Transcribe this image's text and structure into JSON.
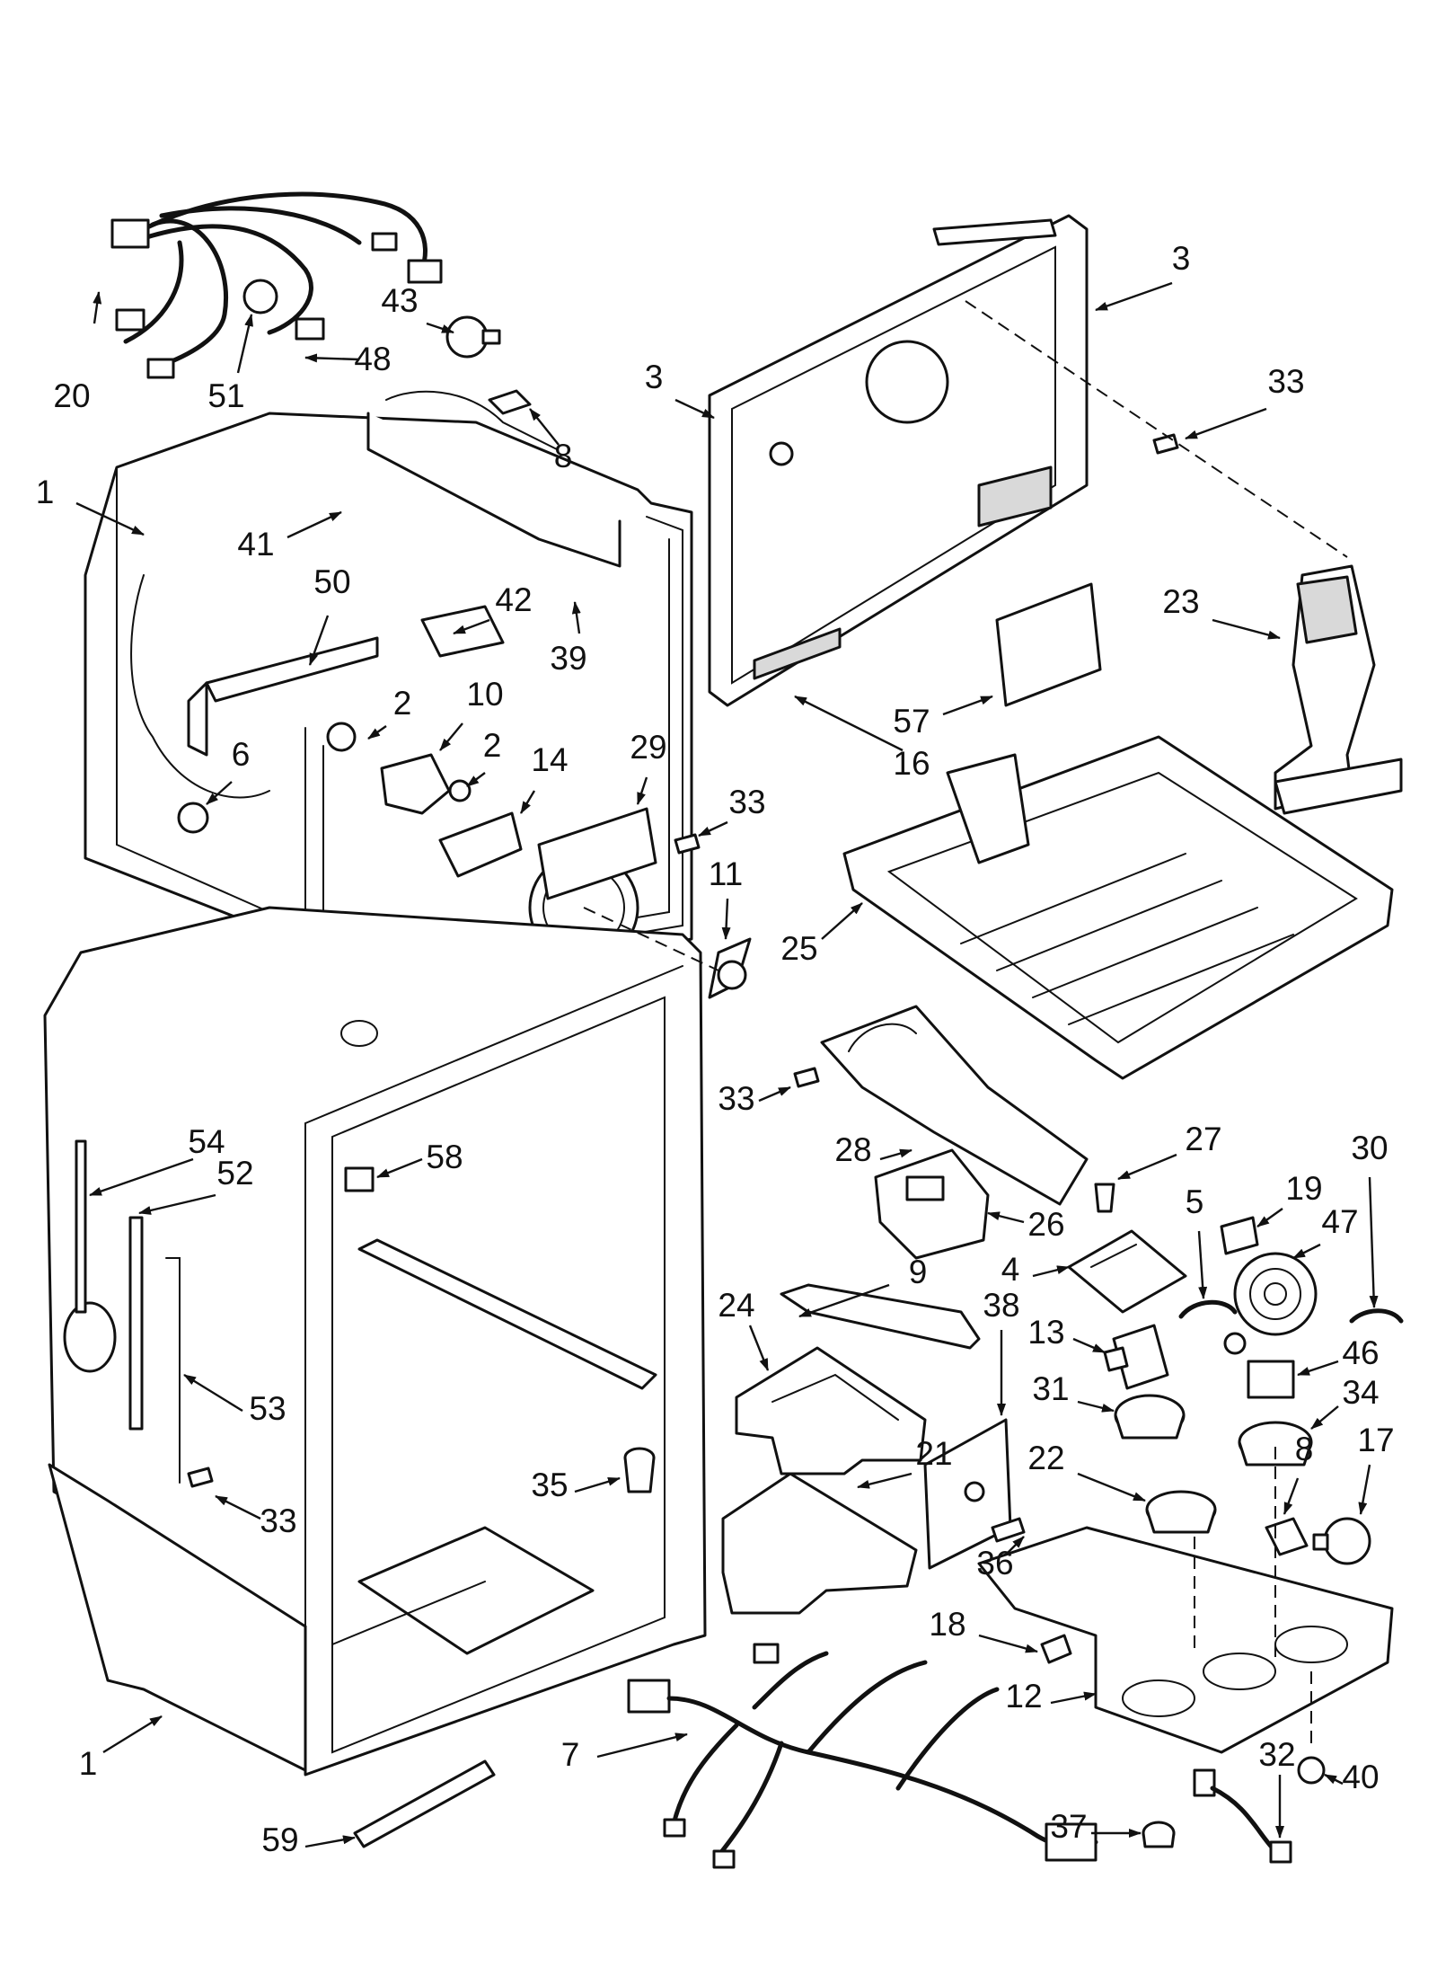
{
  "callouts": [
    {
      "id": "c-20",
      "label": "20"
    },
    {
      "id": "c-51",
      "label": "51"
    },
    {
      "id": "c-43",
      "label": "43"
    },
    {
      "id": "c-48",
      "label": "48"
    },
    {
      "id": "c-8a",
      "label": "8"
    },
    {
      "id": "c-1a",
      "label": "1"
    },
    {
      "id": "c-41",
      "label": "41"
    },
    {
      "id": "c-50",
      "label": "50"
    },
    {
      "id": "c-42",
      "label": "42"
    },
    {
      "id": "c-39",
      "label": "39"
    },
    {
      "id": "c-2a",
      "label": "2"
    },
    {
      "id": "c-10",
      "label": "10"
    },
    {
      "id": "c-6",
      "label": "6"
    },
    {
      "id": "c-2b",
      "label": "2"
    },
    {
      "id": "c-14",
      "label": "14"
    },
    {
      "id": "c-29",
      "label": "29"
    },
    {
      "id": "c-33a",
      "label": "33"
    },
    {
      "id": "c-3a",
      "label": "3"
    },
    {
      "id": "c-3b",
      "label": "3"
    },
    {
      "id": "c-33b",
      "label": "33"
    },
    {
      "id": "c-23",
      "label": "23"
    },
    {
      "id": "c-57",
      "label": "57"
    },
    {
      "id": "c-16",
      "label": "16"
    },
    {
      "id": "c-25",
      "label": "25"
    },
    {
      "id": "c-11",
      "label": "11"
    },
    {
      "id": "c-33c",
      "label": "33"
    },
    {
      "id": "c-28",
      "label": "28"
    },
    {
      "id": "c-27",
      "label": "27"
    },
    {
      "id": "c-30",
      "label": "30"
    },
    {
      "id": "c-26",
      "label": "26"
    },
    {
      "id": "c-19",
      "label": "19"
    },
    {
      "id": "c-5",
      "label": "5"
    },
    {
      "id": "c-47",
      "label": "47"
    },
    {
      "id": "c-4",
      "label": "4"
    },
    {
      "id": "c-54",
      "label": "54"
    },
    {
      "id": "c-52",
      "label": "52"
    },
    {
      "id": "c-58",
      "label": "58"
    },
    {
      "id": "c-9",
      "label": "9"
    },
    {
      "id": "c-24",
      "label": "24"
    },
    {
      "id": "c-38",
      "label": "38"
    },
    {
      "id": "c-13",
      "label": "13"
    },
    {
      "id": "c-46",
      "label": "46"
    },
    {
      "id": "c-31",
      "label": "31"
    },
    {
      "id": "c-34",
      "label": "34"
    },
    {
      "id": "c-53",
      "label": "53"
    },
    {
      "id": "c-21",
      "label": "21"
    },
    {
      "id": "c-22",
      "label": "22"
    },
    {
      "id": "c-8b",
      "label": "8"
    },
    {
      "id": "c-17",
      "label": "17"
    },
    {
      "id": "c-35",
      "label": "35"
    },
    {
      "id": "c-33d",
      "label": "33"
    },
    {
      "id": "c-36",
      "label": "36"
    },
    {
      "id": "c-18",
      "label": "18"
    },
    {
      "id": "c-12",
      "label": "12"
    },
    {
      "id": "c-7",
      "label": "7"
    },
    {
      "id": "c-1b",
      "label": "1"
    },
    {
      "id": "c-40",
      "label": "40"
    },
    {
      "id": "c-32",
      "label": "32"
    },
    {
      "id": "c-37",
      "label": "37"
    },
    {
      "id": "c-59",
      "label": "59"
    }
  ]
}
